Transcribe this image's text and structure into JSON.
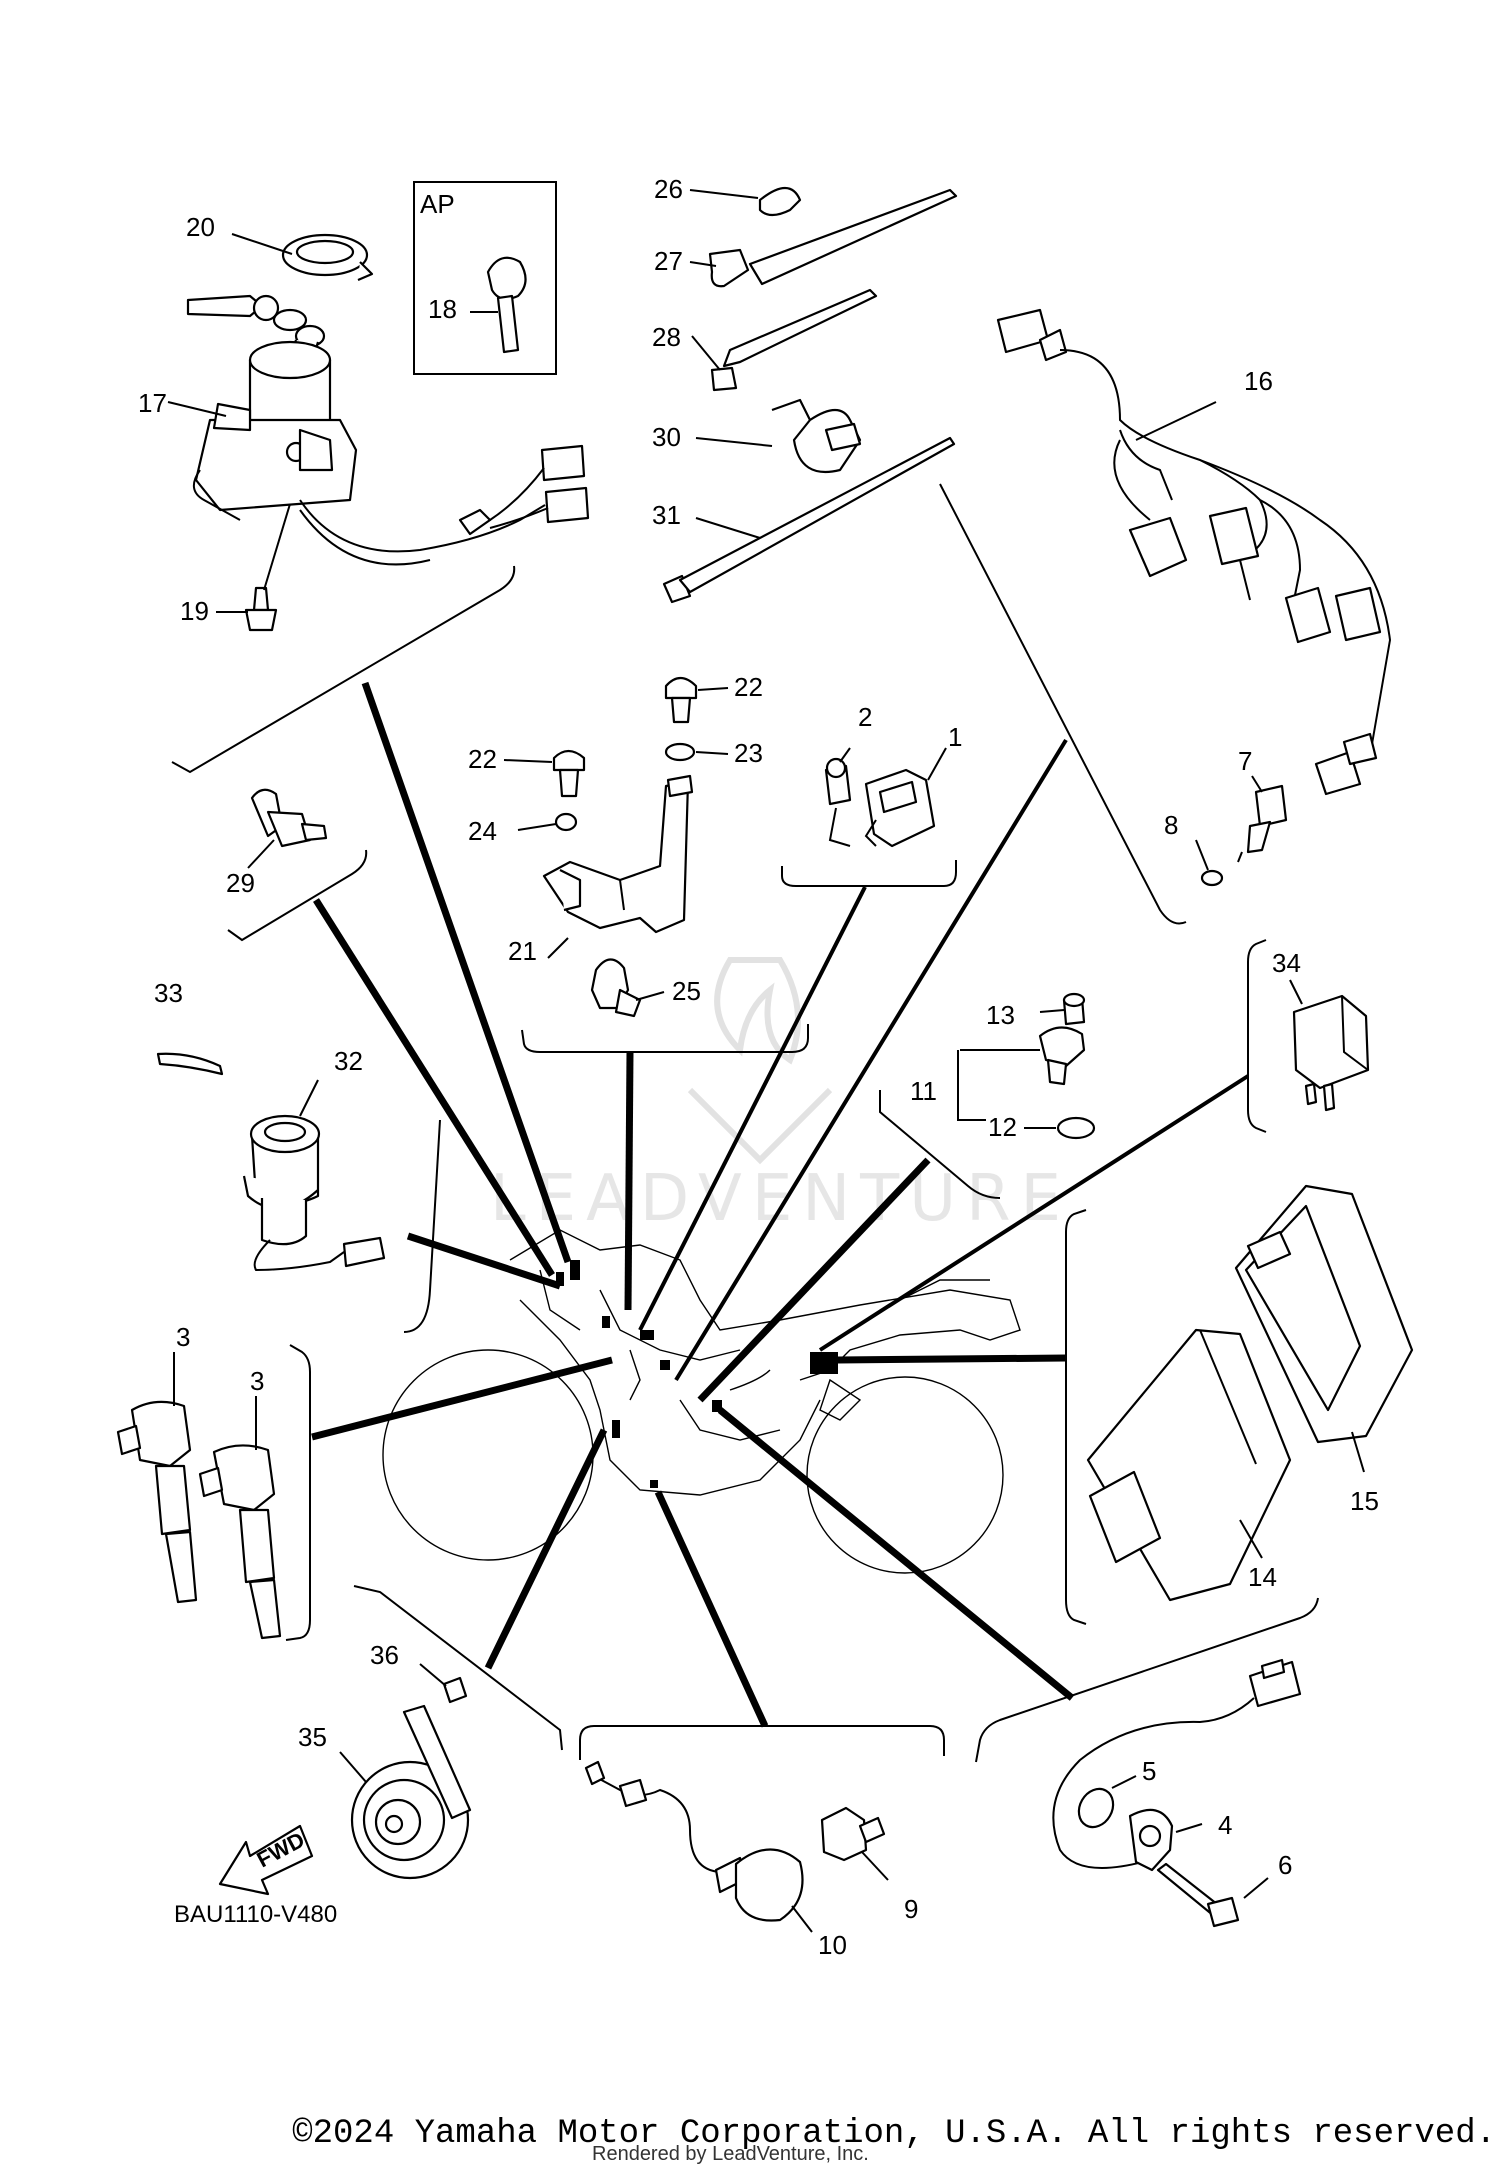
{
  "diagram": {
    "inset_label": "AP",
    "diagram_code": "BAU1110-V480",
    "fwd_arrow_text": "FWD",
    "watermark": "LEADVENTURE",
    "callouts": {
      "c1": "1",
      "c2": "2",
      "c3a": "3",
      "c3b": "3",
      "c4": "4",
      "c5": "5",
      "c6": "6",
      "c7": "7",
      "c8": "8",
      "c9": "9",
      "c10": "10",
      "c11": "11",
      "c12": "12",
      "c13": "13",
      "c14": "14",
      "c15": "15",
      "c16": "16",
      "c17": "17",
      "c18": "18",
      "c19": "19",
      "c20": "20",
      "c21": "21",
      "c22a": "22",
      "c22b": "22",
      "c23": "23",
      "c24": "24",
      "c25": "25",
      "c26": "26",
      "c27": "27",
      "c28": "28",
      "c29": "29",
      "c30": "30",
      "c31": "31",
      "c32": "32",
      "c33": "33",
      "c34": "34",
      "c35": "35",
      "c36": "36"
    }
  },
  "footer": {
    "copyright": "©2024 Yamaha Motor Corporation, U.S.A. All rights reserved.",
    "rendered_by": "Rendered by LeadVenture, Inc."
  }
}
